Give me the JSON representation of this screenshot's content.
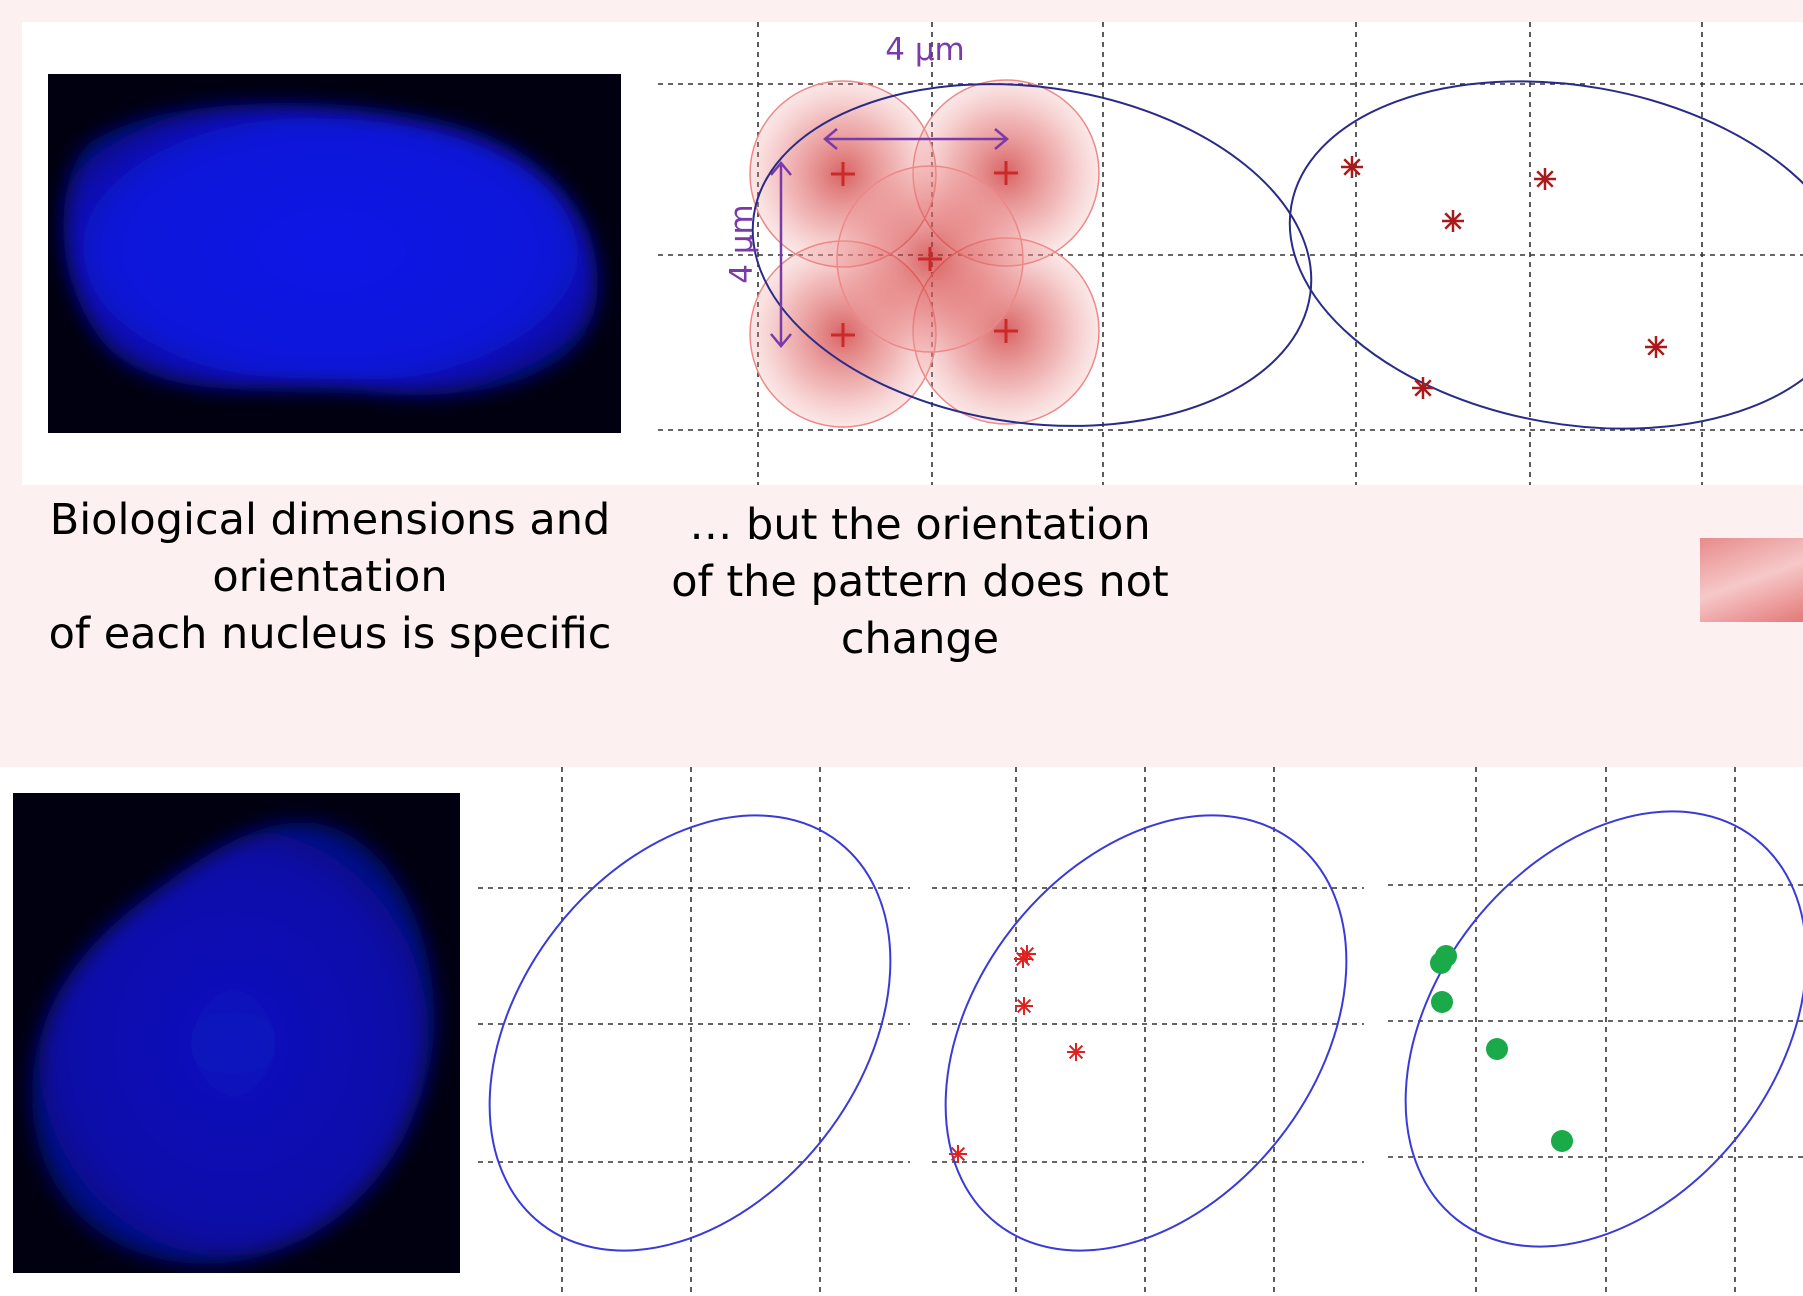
{
  "colors": {
    "background": "#fcf0f0",
    "nucleus_fill": "#0a14d8",
    "nucleus_bg": "#000010",
    "ellipse_top": "#2a2a88",
    "ellipse_bottom": "#3a3ad8",
    "dimension": "#7a3aa8",
    "pattern_marker": "#cc2a2a",
    "observed_marker_top": "#aa1a1a",
    "observed_marker_bottom": "#dd2222",
    "spot": "#1aaa4a",
    "halo": "#e06060"
  },
  "top": {
    "dim_horizontal": "4 µm",
    "dim_vertical": "4 µm",
    "caption_left": [
      "Biological dimensions and",
      "orientation",
      "of each nucleus is specific"
    ],
    "caption_middle": [
      "… but the orientation",
      "of the pattern does not",
      "change"
    ]
  },
  "icons": {
    "pattern_marker": "plus-marker-icon",
    "observed_marker": "asterisk-marker-icon",
    "spot": "green-dot-icon"
  }
}
